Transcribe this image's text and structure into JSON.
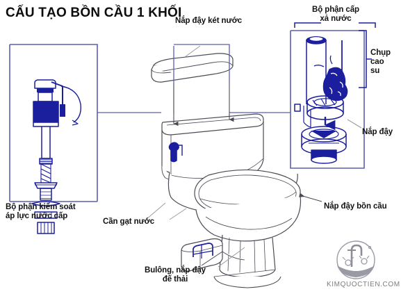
{
  "diagram": {
    "title": "CẤU TẠO BỒN CẦU 1 KHỐI",
    "subject": "one-piece-toilet-anatomy",
    "language": "vi",
    "colors": {
      "ink_navy": "#1b1f9e",
      "frame_purple": "#5b5fae",
      "outline_gray": "#4a4a55",
      "text_black": "#121212",
      "watermark_gray": "#7d7d7d",
      "background": "#ffffff"
    }
  },
  "labels": {
    "tank_lid": "Nắp đậy két nước",
    "flush_assembly": "Bộ phận cấp\nxả nước",
    "rubber_seal": "Chụp\ncao\nsu",
    "valve_cap": "Nắp đậy",
    "seat_cover": "Nắp đậy bồn cầu",
    "pressure_control": "Bộ phận kiểm soát\náp lực nước cấp",
    "flush_lever": "Cần gạt nước",
    "bolt_cap": "Bulông, nắp đậy\nđế thải"
  },
  "watermark": {
    "text": "KIMQUOCTIEN.COM",
    "icon": "faucet-sink-logo"
  },
  "parts": [
    {
      "id": "fill-valve",
      "label": "Bộ phận kiểm soát áp lực nước cấp",
      "panel": "left"
    },
    {
      "id": "flush-valve",
      "label": "Bộ phận cấp xả nước",
      "panel": "right"
    },
    {
      "id": "rubber-seal",
      "label": "Chụp cao su",
      "panel": "right"
    },
    {
      "id": "valve-cap",
      "label": "Nắp đậy",
      "panel": "right"
    },
    {
      "id": "tank-lid",
      "label": "Nắp đậy két nước",
      "panel": "top"
    },
    {
      "id": "seat-cover",
      "label": "Nắp đậy bồn cầu",
      "panel": "main"
    },
    {
      "id": "flush-lever",
      "label": "Cần gạt nước",
      "panel": "main"
    },
    {
      "id": "bolt-cap",
      "label": "Bulông, nắp đậy đế thải",
      "panel": "main"
    }
  ]
}
